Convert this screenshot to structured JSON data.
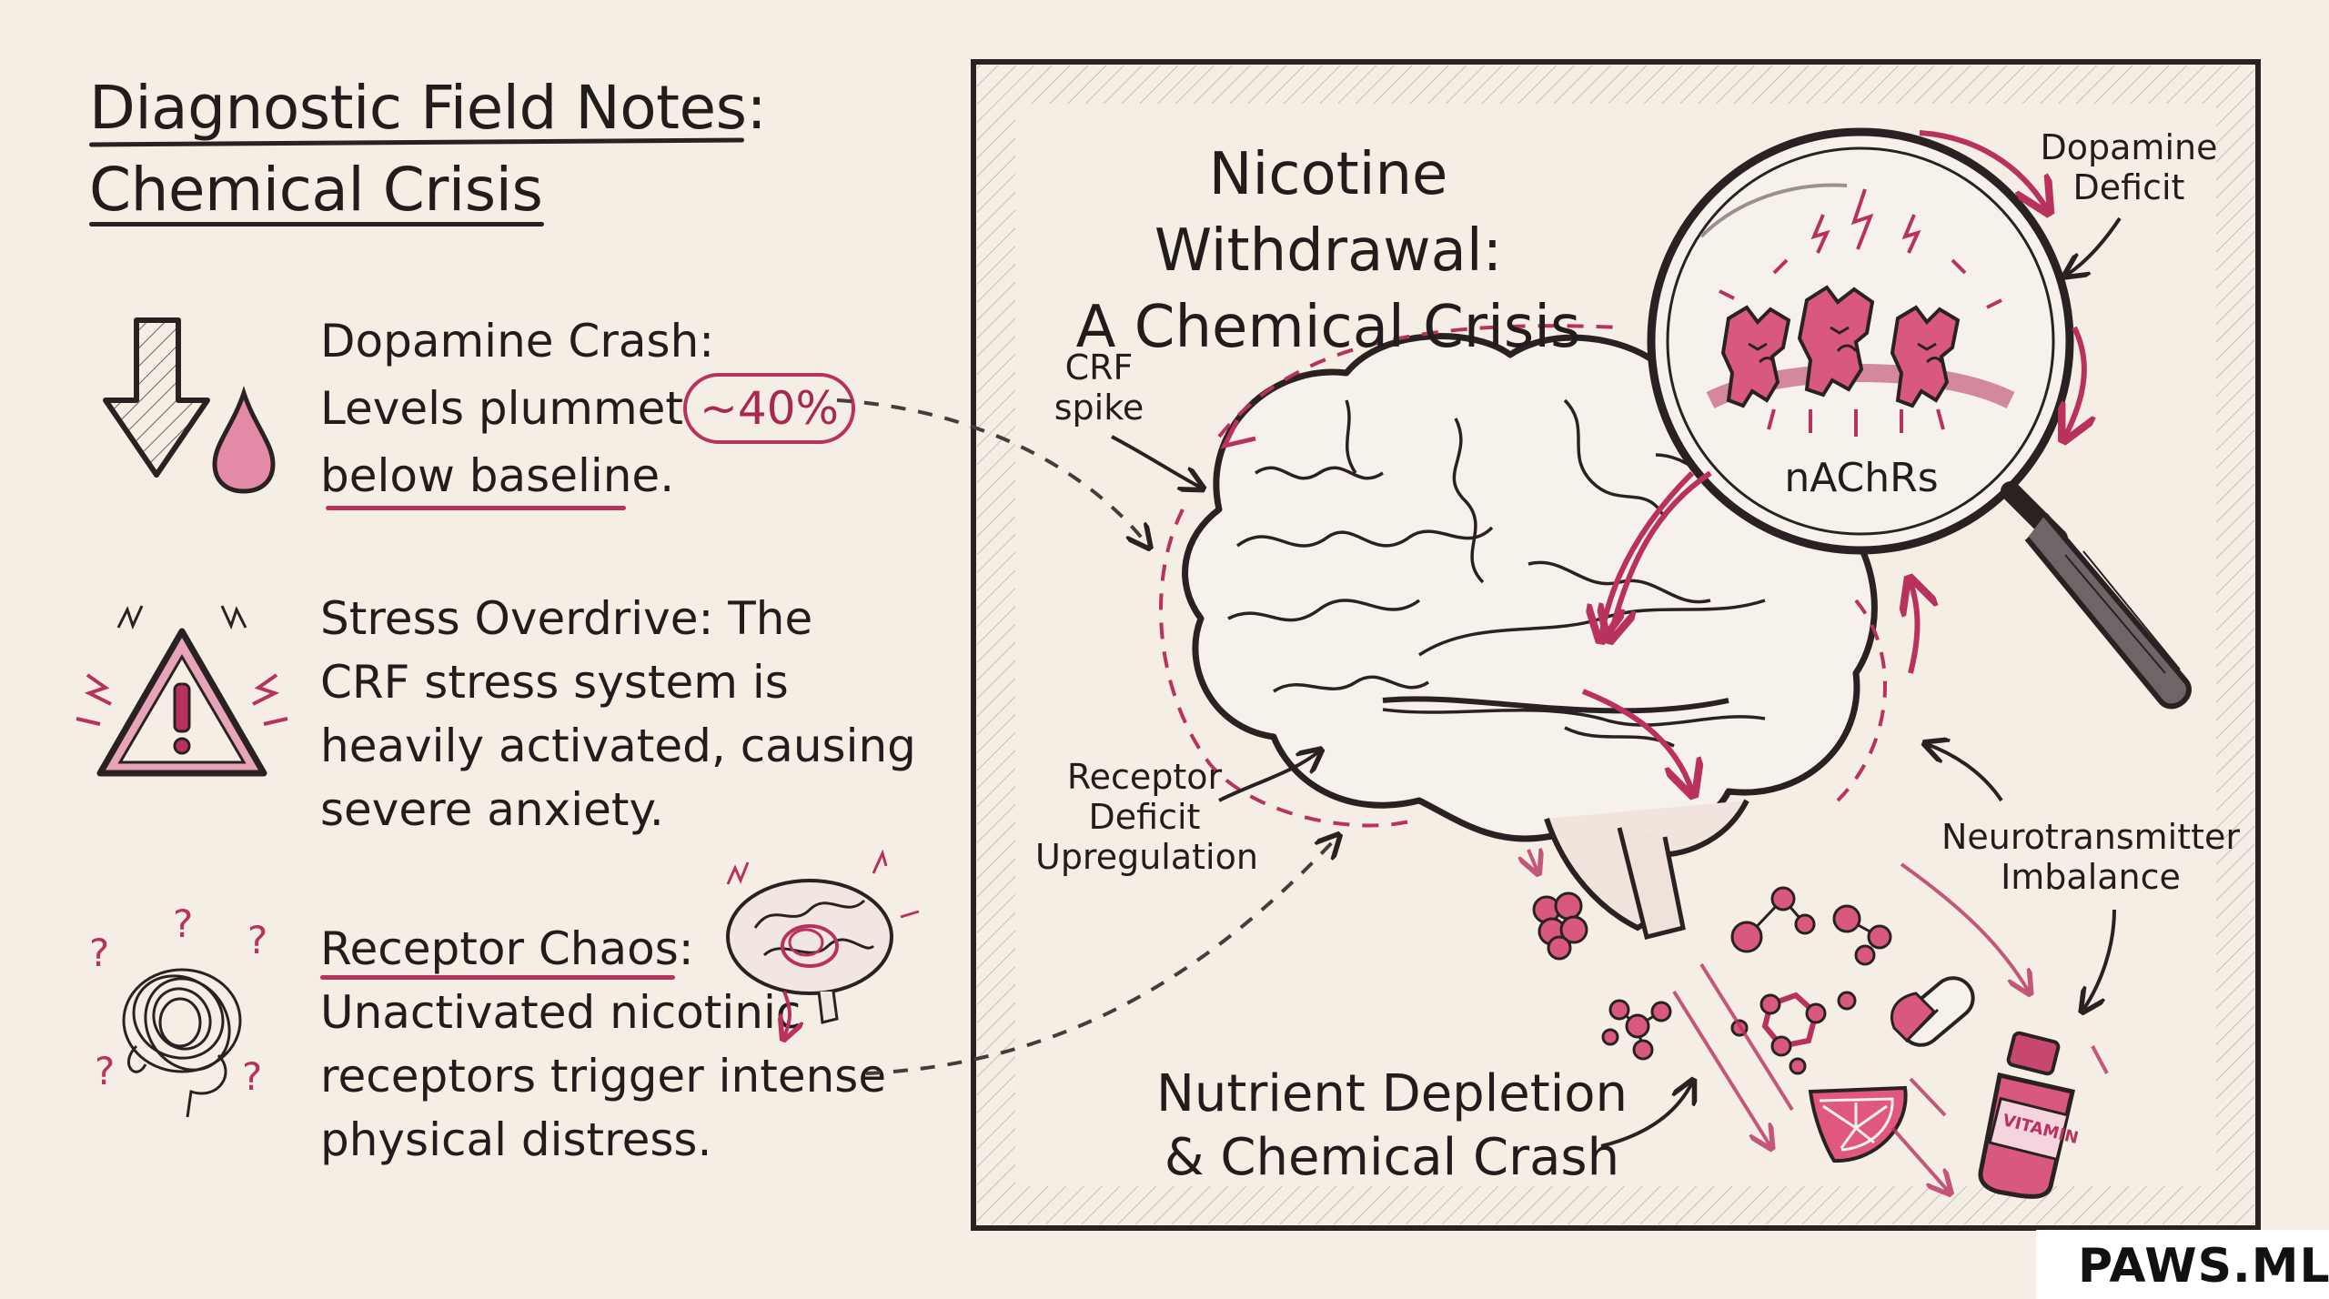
{
  "left_panel": {
    "title_line1": "Diagnostic Field Notes:",
    "title_line2": "Chemical Crisis",
    "notes": [
      {
        "icon": "down-arrow-droplet-icon",
        "heading": "Dopamine Crash:",
        "text_before": "Levels plummet",
        "highlight": "~40%",
        "text_after": "below baseline."
      },
      {
        "icon": "warning-triangle-icon",
        "line1": "Stress Overdrive: The",
        "line2": "CRF stress system is",
        "line3": "heavily activated, causing",
        "line4": "severe anxiety."
      },
      {
        "icon": "tangled-scribble-icon",
        "heading": "Receptor Chaos:",
        "line2": "Unactivated nicotinic",
        "line3": "receptors trigger intense",
        "line4": "physical distress."
      }
    ]
  },
  "diagram": {
    "title_line1": "Nicotine Withdrawal:",
    "title_line2": "A Chemical Crisis",
    "labels": {
      "dopamine_deficit_1": "Dopamine",
      "dopamine_deficit_2": "Deficit",
      "crf_1": "CRF",
      "crf_2": "spike",
      "receptor_1": "Receptor",
      "receptor_2": "Deficit",
      "receptor_3": "Upregulation",
      "nt_1": "Neurotransmitter",
      "nt_2": "Imbalance",
      "nachrs": "nAChRs",
      "nutrient_1": "Nutrient Depletion",
      "nutrient_2": "& Chemical Crash",
      "vitamin": "VITAMIN"
    }
  },
  "brand": "PAWS.ML",
  "colors": {
    "background": "#f4eee4",
    "ink": "#221c1c",
    "accent": "#b8325d",
    "accent_light": "#e38aa6"
  }
}
